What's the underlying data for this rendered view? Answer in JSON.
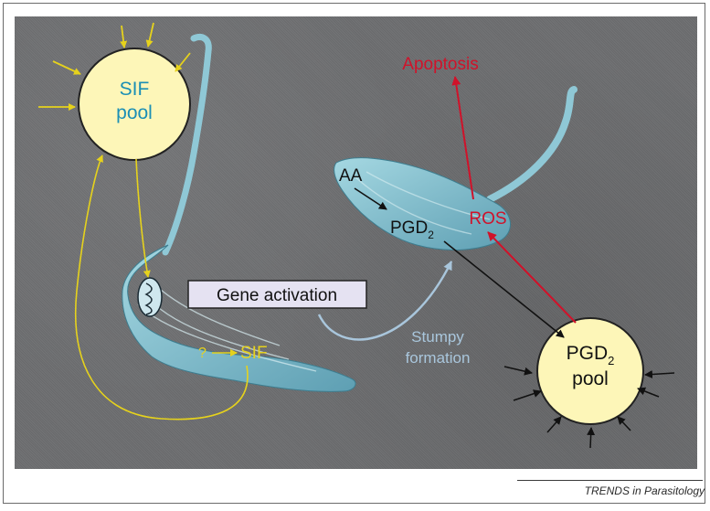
{
  "diagram": {
    "sif_pool": {
      "line1": "SIF",
      "line2": "pool"
    },
    "pgd2_pool": {
      "base": "PGD",
      "sub": "2",
      "line2": "pool"
    },
    "apoptosis": "Apoptosis",
    "ros": "ROS",
    "aa": "AA",
    "pgd2": {
      "base": "PGD",
      "sub": "2"
    },
    "gene_activation": "Gene activation",
    "stumpy": {
      "line1": "Stumpy",
      "line2": "formation"
    },
    "question_mark": "?",
    "sif": "SIF"
  },
  "footer": "TRENDS in Parasitology",
  "colors": {
    "background": "#6d6e70",
    "pool_fill": "#fdf6b8",
    "sif_text": "#1b8fb5",
    "yellow_arrow": "#e6d21c",
    "red_arrow": "#d0122a",
    "light_blue_arrow": "#a9c6dc",
    "stumpy_text": "#a9c6dc",
    "parasite": "#7fbfcf"
  }
}
